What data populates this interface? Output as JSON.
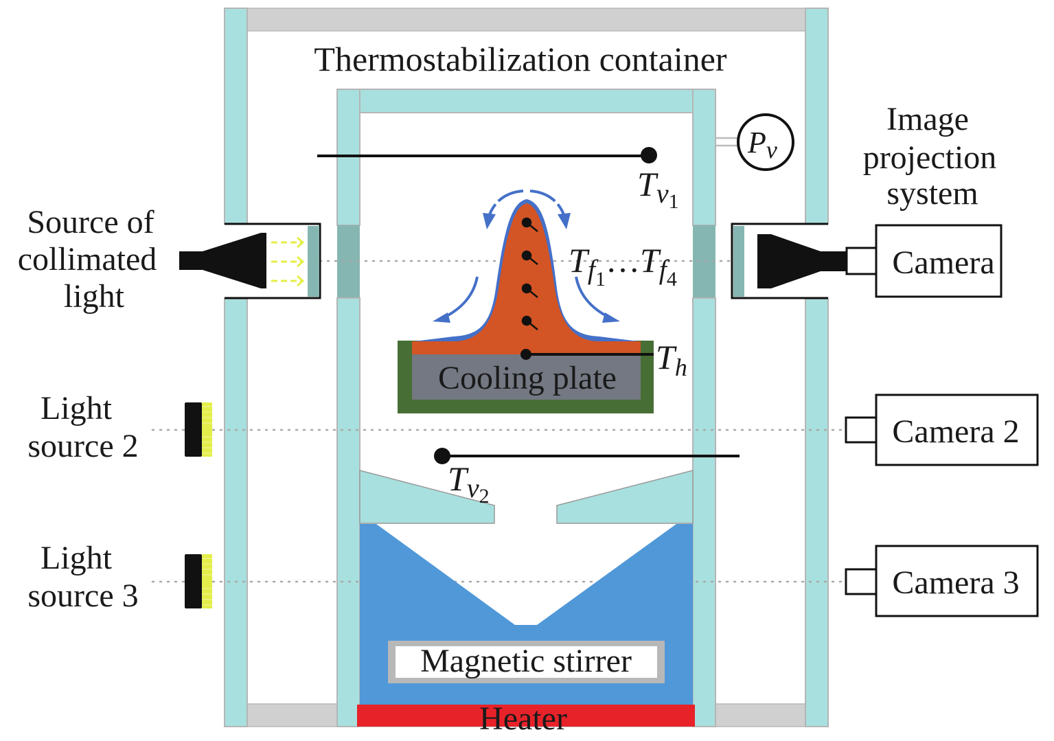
{
  "title": "Thermostabilization container",
  "left_labels": {
    "collimated_source": [
      "Source of",
      "collimated",
      "light"
    ],
    "light_source_2": [
      "Light",
      "source 2"
    ],
    "light_source_3": [
      "Light",
      "source 3"
    ]
  },
  "right_labels": {
    "projection_system": [
      "Image",
      "projection",
      "system"
    ],
    "camera": "Camera",
    "camera_2": "Camera 2",
    "camera_3": "Camera 3"
  },
  "inner": {
    "cooling_plate": "Cooling plate",
    "magnetic_stirrer": "Magnetic stirrer",
    "heater": "Heater"
  },
  "sensors": {
    "pressure": {
      "main": "P",
      "sub": "v"
    },
    "tv1": {
      "main": "T",
      "sub": "v",
      "subsub": "1"
    },
    "tv2": {
      "main": "T",
      "sub": "v",
      "subsub": "2"
    },
    "tf_first": {
      "main": "T",
      "sub": "f",
      "subsub": "1"
    },
    "tf_ellipsis": "…",
    "tf_last": {
      "main": "T",
      "sub": "f",
      "subsub": "4"
    },
    "th": {
      "main": "T",
      "sub": "h"
    }
  },
  "colors": {
    "wall": "#a8e0df",
    "wall_edge": "#b5b5b5",
    "window": "#86b6b2",
    "lid_gray": "#d0d0d0",
    "liquid_orange": "#d35424",
    "flow_blue": "#4470c8",
    "cooling_gray": "#737882",
    "cooling_green": "#476f35",
    "water_blue": "#5098d8",
    "heater_red": "#e82229",
    "light_yellow": "#e4ee4a",
    "black": "#111111"
  }
}
